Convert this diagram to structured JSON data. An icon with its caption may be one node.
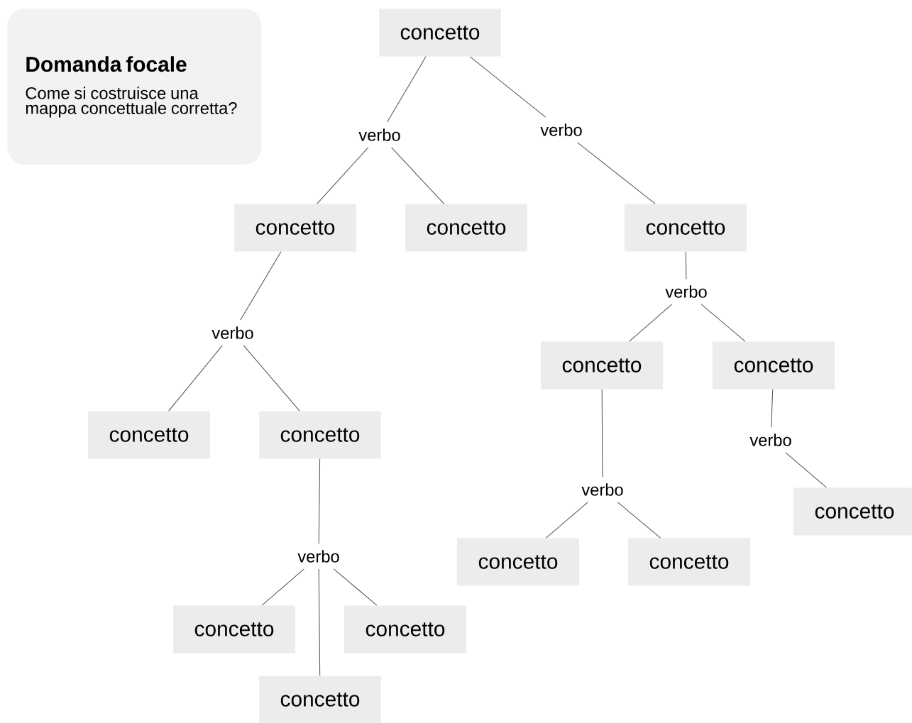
{
  "diagram": {
    "nodes": [
      {
        "text": [
          "Domanda focale",
          "Come si costruisce una mappa concettuale corretta?"
        ]
      },
      {
        "text": [
          "concetto"
        ]
      },
      {
        "text": [
          "verbo"
        ]
      },
      {
        "text": [
          "verbo"
        ]
      },
      {
        "text": [
          "concetto"
        ]
      },
      {
        "text": [
          "concetto"
        ]
      },
      {
        "text": [
          "concetto"
        ]
      },
      {
        "text": [
          "verbo"
        ]
      },
      {
        "text": [
          "verbo"
        ]
      },
      {
        "text": [
          "concetto"
        ]
      },
      {
        "text": [
          "concetto"
        ]
      },
      {
        "text": [
          "concetto"
        ]
      },
      {
        "text": [
          "concetto"
        ]
      },
      {
        "text": [
          "verbo"
        ]
      },
      {
        "text": [
          "verbo"
        ]
      },
      {
        "text": [
          "verbo"
        ]
      },
      {
        "text": [
          "concetto"
        ]
      },
      {
        "text": [
          "concetto"
        ]
      },
      {
        "text": [
          "concetto"
        ]
      },
      {
        "text": [
          "concetto"
        ]
      },
      {
        "text": [
          "concetto"
        ]
      },
      {
        "text": [
          "concetto"
        ]
      }
    ],
    "edges": [
      {
        "from": 1,
        "to": 2,
        "arrow": "none"
      },
      {
        "from": 1,
        "to": 3,
        "arrow": "none"
      },
      {
        "from": 2,
        "to": 4,
        "arrow": "none"
      },
      {
        "from": 2,
        "to": 5,
        "arrow": "none"
      },
      {
        "from": 3,
        "to": 6,
        "arrow": "none"
      },
      {
        "from": 4,
        "to": 7,
        "arrow": "none"
      },
      {
        "from": 6,
        "to": 8,
        "arrow": "none"
      },
      {
        "from": 7,
        "to": 9,
        "arrow": "none"
      },
      {
        "from": 7,
        "to": 10,
        "arrow": "none"
      },
      {
        "from": 8,
        "to": 11,
        "arrow": "none"
      },
      {
        "from": 8,
        "to": 12,
        "arrow": "none"
      },
      {
        "from": 10,
        "to": 13,
        "arrow": "none"
      },
      {
        "from": 11,
        "to": 14,
        "arrow": "none"
      },
      {
        "from": 12,
        "to": 15,
        "arrow": "none"
      },
      {
        "from": 13,
        "to": 16,
        "arrow": "none"
      },
      {
        "from": 13,
        "to": 17,
        "arrow": "none"
      },
      {
        "from": 13,
        "to": 18,
        "arrow": "none"
      },
      {
        "from": 14,
        "to": 19,
        "arrow": "none"
      },
      {
        "from": 14,
        "to": 20,
        "arrow": "none"
      },
      {
        "from": 15,
        "to": 21,
        "arrow": "none"
      }
    ]
  }
}
